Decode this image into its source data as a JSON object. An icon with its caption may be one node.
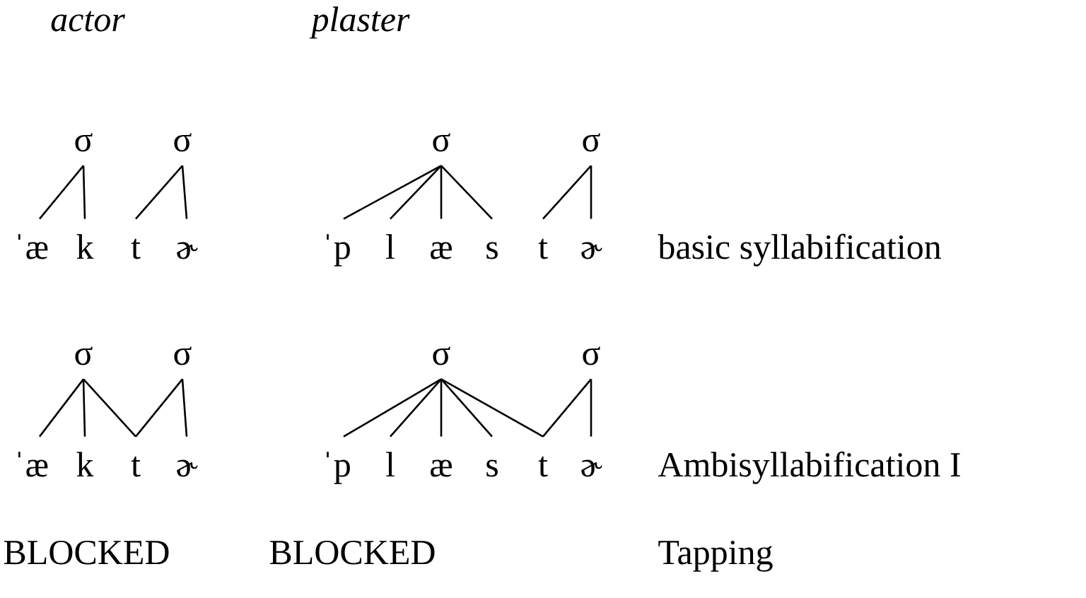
{
  "diagram": {
    "nodes": [
      {
        "text": [
          "σ"
        ]
      },
      {
        "text": [
          "σ"
        ]
      },
      {
        "text": [
          "σ"
        ]
      },
      {
        "text": [
          "σ"
        ]
      },
      {
        "text": [
          "ˈæ"
        ]
      },
      {
        "text": [
          "k"
        ]
      },
      {
        "text": [
          "t"
        ]
      },
      {
        "text": [
          "ɚ"
        ]
      },
      {
        "text": [
          "ˈp"
        ]
      },
      {
        "text": [
          "l"
        ]
      },
      {
        "text": [
          "æ"
        ]
      },
      {
        "text": [
          "s"
        ]
      },
      {
        "text": [
          "t"
        ]
      },
      {
        "text": [
          "ɚ"
        ]
      },
      {
        "text": [
          "σ"
        ]
      },
      {
        "text": [
          "σ"
        ]
      },
      {
        "text": [
          "σ"
        ]
      },
      {
        "text": [
          "σ"
        ]
      },
      {
        "text": [
          "ˈæ"
        ]
      },
      {
        "text": [
          "k"
        ]
      },
      {
        "text": [
          "t"
        ]
      },
      {
        "text": [
          "ɚ"
        ]
      },
      {
        "text": [
          "ˈp"
        ]
      },
      {
        "text": [
          "l"
        ]
      },
      {
        "text": [
          "æ"
        ]
      },
      {
        "text": [
          "s"
        ]
      },
      {
        "text": [
          "t"
        ]
      },
      {
        "text": [
          "ɚ"
        ]
      }
    ],
    "edges": [
      {
        "from": 0,
        "to": 4,
        "arrow": "none"
      },
      {
        "from": 0,
        "to": 5,
        "arrow": "none"
      },
      {
        "from": 1,
        "to": 6,
        "arrow": "none"
      },
      {
        "from": 1,
        "to": 7,
        "arrow": "none"
      },
      {
        "from": 2,
        "to": 8,
        "arrow": "none"
      },
      {
        "from": 2,
        "to": 9,
        "arrow": "none"
      },
      {
        "from": 2,
        "to": 10,
        "arrow": "none"
      },
      {
        "from": 2,
        "to": 11,
        "arrow": "none"
      },
      {
        "from": 3,
        "to": 12,
        "arrow": "none"
      },
      {
        "from": 3,
        "to": 13,
        "arrow": "none"
      },
      {
        "from": 14,
        "to": 18,
        "arrow": "none"
      },
      {
        "from": 14,
        "to": 19,
        "arrow": "none"
      },
      {
        "from": 14,
        "to": 20,
        "arrow": "none"
      },
      {
        "from": 15,
        "to": 20,
        "arrow": "none"
      },
      {
        "from": 15,
        "to": 21,
        "arrow": "none"
      },
      {
        "from": 16,
        "to": 22,
        "arrow": "none"
      },
      {
        "from": 16,
        "to": 23,
        "arrow": "none"
      },
      {
        "from": 16,
        "to": 24,
        "arrow": "none"
      },
      {
        "from": 16,
        "to": 25,
        "arrow": "none"
      },
      {
        "from": 16,
        "to": 26,
        "arrow": "none"
      },
      {
        "from": 17,
        "to": 26,
        "arrow": "none"
      },
      {
        "from": 17,
        "to": 27,
        "arrow": "none"
      }
    ],
    "labels": [
      "actor",
      "plaster",
      "basic syllabification",
      "Ambisyllabification I",
      "BLOCKED",
      "BLOCKED",
      "Tapping"
    ]
  }
}
